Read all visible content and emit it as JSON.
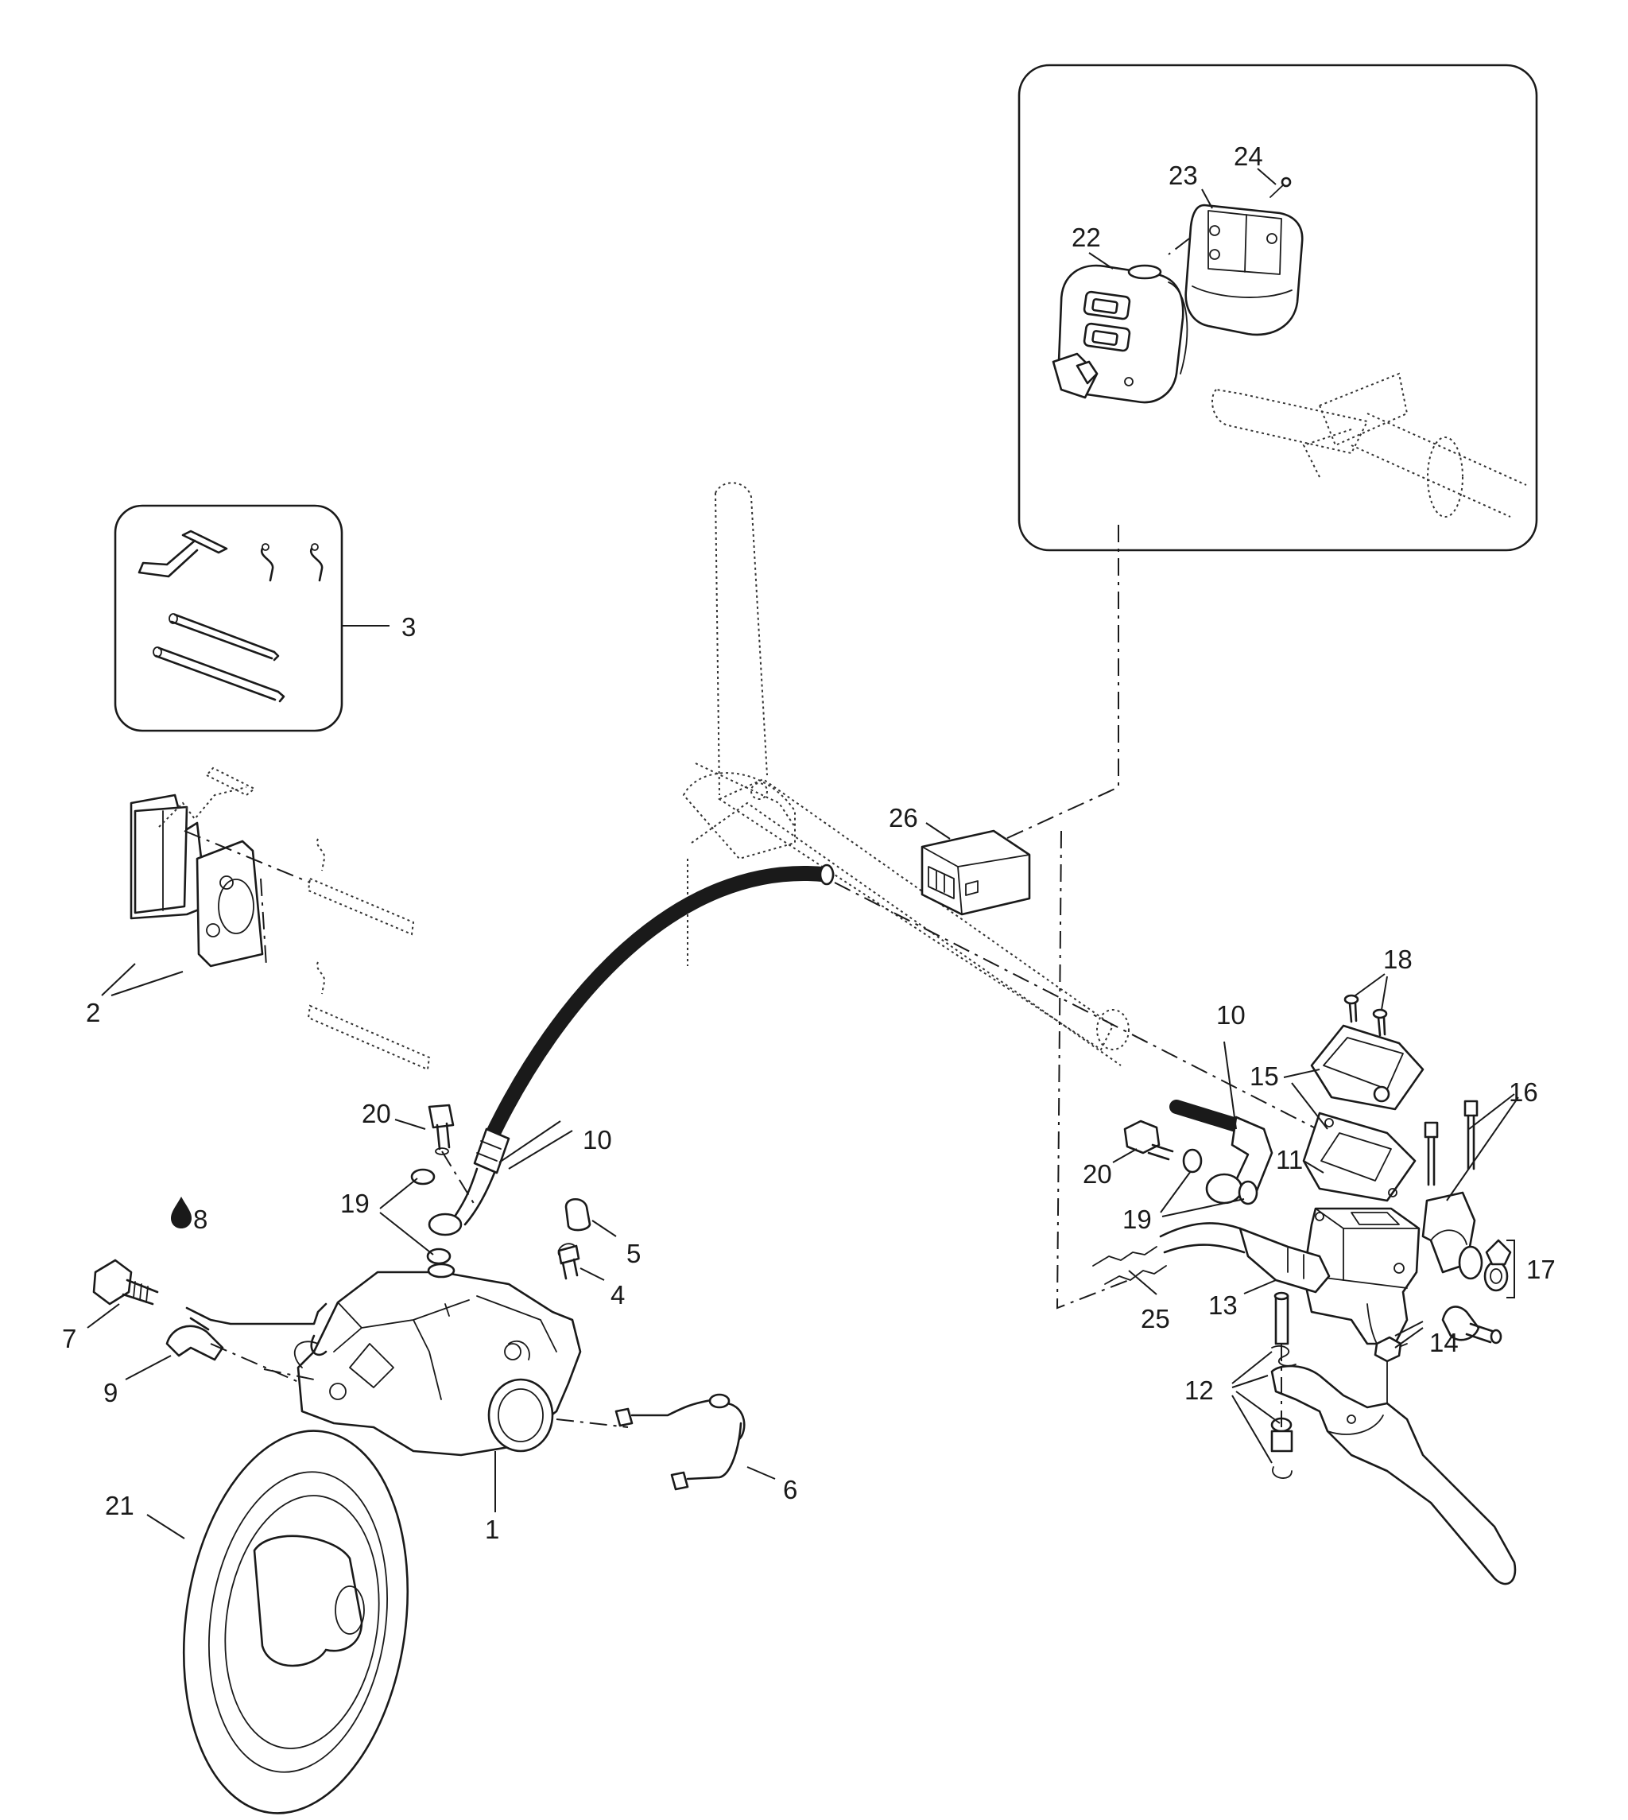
{
  "callouts": [
    {
      "id": "c1",
      "text": "1"
    },
    {
      "id": "c2",
      "text": "2"
    },
    {
      "id": "c3",
      "text": "3"
    },
    {
      "id": "c4",
      "text": "4"
    },
    {
      "id": "c5",
      "text": "5"
    },
    {
      "id": "c6",
      "text": "6"
    },
    {
      "id": "c7",
      "text": "7"
    },
    {
      "id": "c8",
      "text": "8"
    },
    {
      "id": "c9",
      "text": "9"
    },
    {
      "id": "c10a",
      "text": "10"
    },
    {
      "id": "c10b",
      "text": "10"
    },
    {
      "id": "c11",
      "text": "11"
    },
    {
      "id": "c12",
      "text": "12"
    },
    {
      "id": "c13",
      "text": "13"
    },
    {
      "id": "c14",
      "text": "14"
    },
    {
      "id": "c15",
      "text": "15"
    },
    {
      "id": "c16",
      "text": "16"
    },
    {
      "id": "c17",
      "text": "17"
    },
    {
      "id": "c18",
      "text": "18"
    },
    {
      "id": "c19a",
      "text": "19"
    },
    {
      "id": "c19b",
      "text": "19"
    },
    {
      "id": "c20a",
      "text": "20"
    },
    {
      "id": "c20b",
      "text": "20"
    },
    {
      "id": "c21",
      "text": "21"
    },
    {
      "id": "c22",
      "text": "22"
    },
    {
      "id": "c23",
      "text": "23"
    },
    {
      "id": "c24",
      "text": "24"
    },
    {
      "id": "c25",
      "text": "25"
    },
    {
      "id": "c26",
      "text": "26"
    }
  ],
  "icons": {
    "lubricant": "oil-drop-icon"
  }
}
